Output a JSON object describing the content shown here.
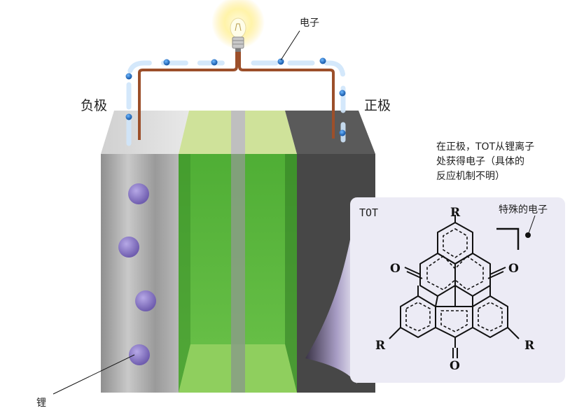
{
  "labels": {
    "anode": "负极",
    "cathode": "正极",
    "electron": "电子",
    "lithium": "锂",
    "special_electron": "特殊的电子"
  },
  "annotation": {
    "line1": "在正极，TOT从锂离子",
    "line2": "处获得电子（具体的",
    "line3": "反应机制不明）"
  },
  "molecule": {
    "name": "TOT",
    "substituent": "R",
    "oxygen": "O"
  },
  "colors": {
    "anode_gray": "#a9a9a9",
    "cathode_dark": "#4a4a4a",
    "separator_green": "#5cb83c",
    "wire_copper": "#a0522d",
    "electron_blue": "#1e73c8",
    "lithium_purple": "#8a78c4",
    "inset_bg": "#ecebf5"
  }
}
